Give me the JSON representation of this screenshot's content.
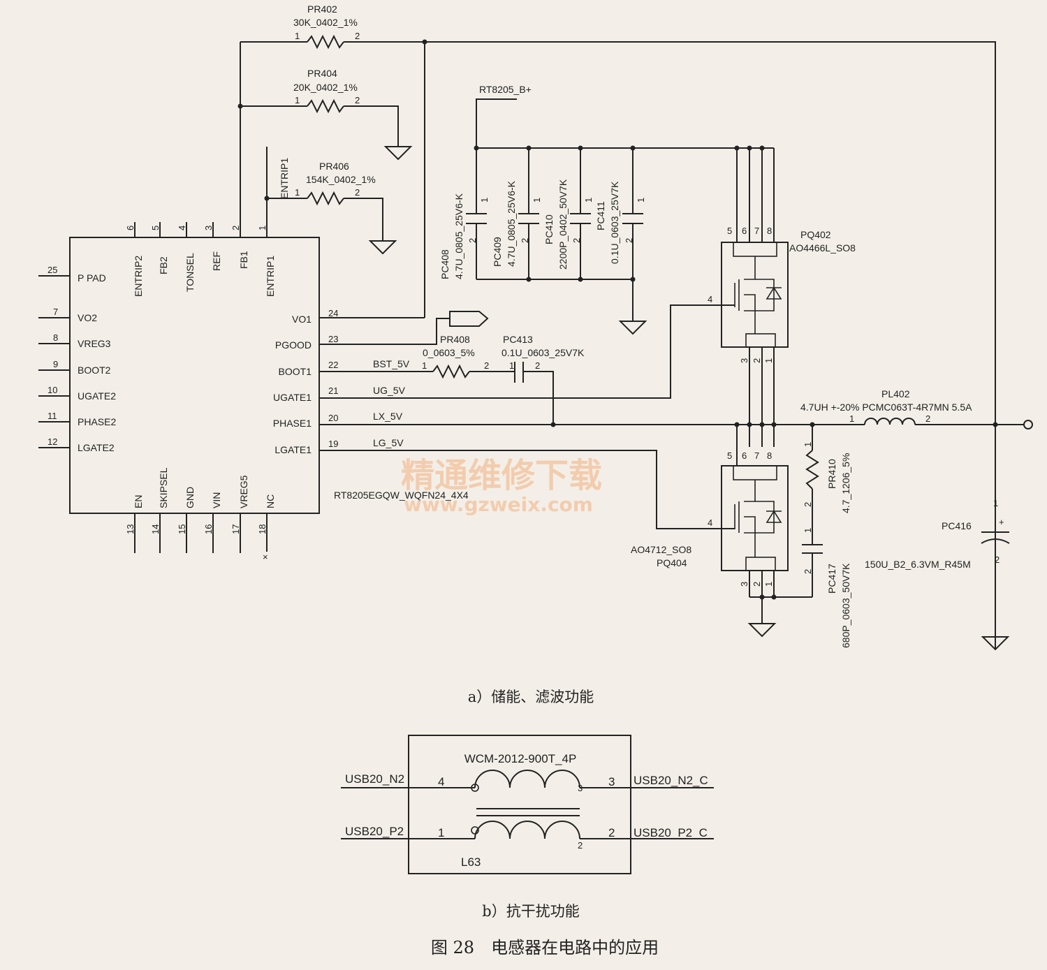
{
  "ic": {
    "part": "RT8205EGQW_WQFN24_4X4",
    "top_pins": [
      {
        "num": "6",
        "name": "ENTRIP2"
      },
      {
        "num": "5",
        "name": "FB2"
      },
      {
        "num": "4",
        "name": "TONSEL"
      },
      {
        "num": "3",
        "name": "REF"
      },
      {
        "num": "2",
        "name": "FB1"
      },
      {
        "num": "1",
        "name": "ENTRIP1"
      }
    ],
    "left_pins": [
      {
        "num": "25",
        "name": "P PAD"
      },
      {
        "num": "7",
        "name": "VO2"
      },
      {
        "num": "8",
        "name": "VREG3"
      },
      {
        "num": "9",
        "name": "BOOT2"
      },
      {
        "num": "10",
        "name": "UGATE2"
      },
      {
        "num": "11",
        "name": "PHASE2"
      },
      {
        "num": "12",
        "name": "LGATE2"
      }
    ],
    "right_pins": [
      {
        "num": "24",
        "name": "VO1"
      },
      {
        "num": "23",
        "name": "PGOOD"
      },
      {
        "num": "22",
        "name": "BOOT1"
      },
      {
        "num": "21",
        "name": "UGATE1"
      },
      {
        "num": "20",
        "name": "PHASE1"
      },
      {
        "num": "19",
        "name": "LGATE1"
      }
    ],
    "bottom_pins": [
      {
        "num": "13",
        "name": "EN"
      },
      {
        "num": "14",
        "name": "SKIPSEL"
      },
      {
        "num": "15",
        "name": "GND"
      },
      {
        "num": "16",
        "name": "VIN"
      },
      {
        "num": "17",
        "name": "VREG5"
      },
      {
        "num": "18",
        "name": "NC"
      }
    ]
  },
  "resistors": [
    {
      "ref": "PR402",
      "value": "30K_0402_1%"
    },
    {
      "ref": "PR404",
      "value": "20K_0402_1%"
    },
    {
      "ref": "PR406",
      "value": "154K_0402_1%"
    },
    {
      "ref": "PR408",
      "value": "0_0603_5%"
    },
    {
      "ref": "PR410",
      "value": "4.7_1206_5%"
    }
  ],
  "caps": [
    {
      "ref": "PC408",
      "value": "4.7U_0805_25V6-K"
    },
    {
      "ref": "PC409",
      "value": "4.7U_0805_25V6-K"
    },
    {
      "ref": "PC410",
      "value": "2200P_0402_50V7K"
    },
    {
      "ref": "PC411",
      "value": "0.1U_0603_25V7K"
    },
    {
      "ref": "PC413",
      "value": "0.1U_0603_25V7K"
    },
    {
      "ref": "PC416",
      "value": "150U_B2_6.3VM_R45M"
    },
    {
      "ref": "PC417",
      "value": "680P_0603_50V7K"
    }
  ],
  "mosfets": [
    {
      "ref": "PQ402",
      "value": "AO4466L_SO8"
    },
    {
      "ref": "PQ404",
      "value": "AO4712_SO8"
    }
  ],
  "inductor": {
    "ref": "PL402",
    "value": "4.7UH +-20% PCMC063T-4R7MN 5.5A"
  },
  "nets": {
    "entrip1": "ENTRIP1",
    "b_plus": "RT8205_B+",
    "bst": "BST_5V",
    "ug": "UG_5V",
    "lx": "LX_5V",
    "lg": "LG_5V"
  },
  "pin_numbers": {
    "one": "1",
    "two": "2",
    "three": "3",
    "four": "4",
    "five": "5",
    "six": "6",
    "seven": "7",
    "eight": "8",
    "plus": "+"
  },
  "watermark": {
    "cn": "精通维修下载",
    "url": "www.gzweix.com"
  },
  "caption_a": "a）储能、滤波功能",
  "choke": {
    "part": "WCM-2012-900T_4P",
    "ref": "L63",
    "left_top_net": "USB20_N2",
    "left_bottom_net": "USB20_P2",
    "right_top_net": "USB20_N2_C",
    "right_bottom_net": "USB20_P2_C"
  },
  "caption_b": "b）抗干扰功能",
  "figure_caption": "图 28　电感器在电路中的应用"
}
